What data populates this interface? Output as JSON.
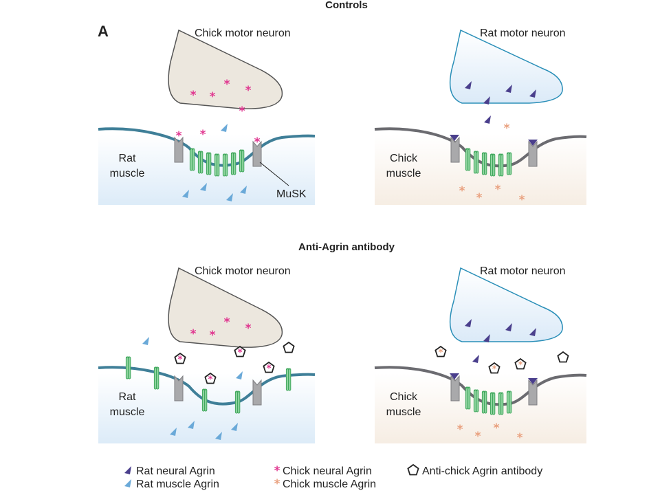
{
  "sections": {
    "controls_title": "Controls",
    "antibody_title": "Anti-Agrin antibody"
  },
  "panel_letter": "A",
  "labels": {
    "chick_motor_neuron": "Chick motor neuron",
    "rat_motor_neuron": "Rat motor neuron",
    "rat": "Rat",
    "muscle": "muscle",
    "chick": "Chick",
    "musk": "MuSK"
  },
  "legend": {
    "rat_neural_agrin": "Rat neural Agrin",
    "rat_muscle_agrin": "Rat muscle Agrin",
    "chick_neural_agrin": "Chick neural Agrin",
    "chick_muscle_agrin": "Chick muscle Agrin",
    "anti_chick_agrin_antibody": "Anti-chick Agrin antibody"
  },
  "colors": {
    "chick_neuron_fill": "#ece7de",
    "rat_neuron_fill": "#e3effa",
    "rat_neuron_outline": "#2a8fb8",
    "rat_membrane": "#3f7f98",
    "chick_membrane": "#6b6b70",
    "rat_muscle_fill": "#e4eff9",
    "chick_muscle_fill": "#f8f1ea",
    "receptor_green": "#3fa75c",
    "musk_gray": "#a9a9ab",
    "rat_neural_agrin": "#4a3f8c",
    "rat_muscle_agrin": "#6aa9d8",
    "chick_neural_agrin": "#e0358f",
    "chick_muscle_agrin": "#e9a07e"
  }
}
